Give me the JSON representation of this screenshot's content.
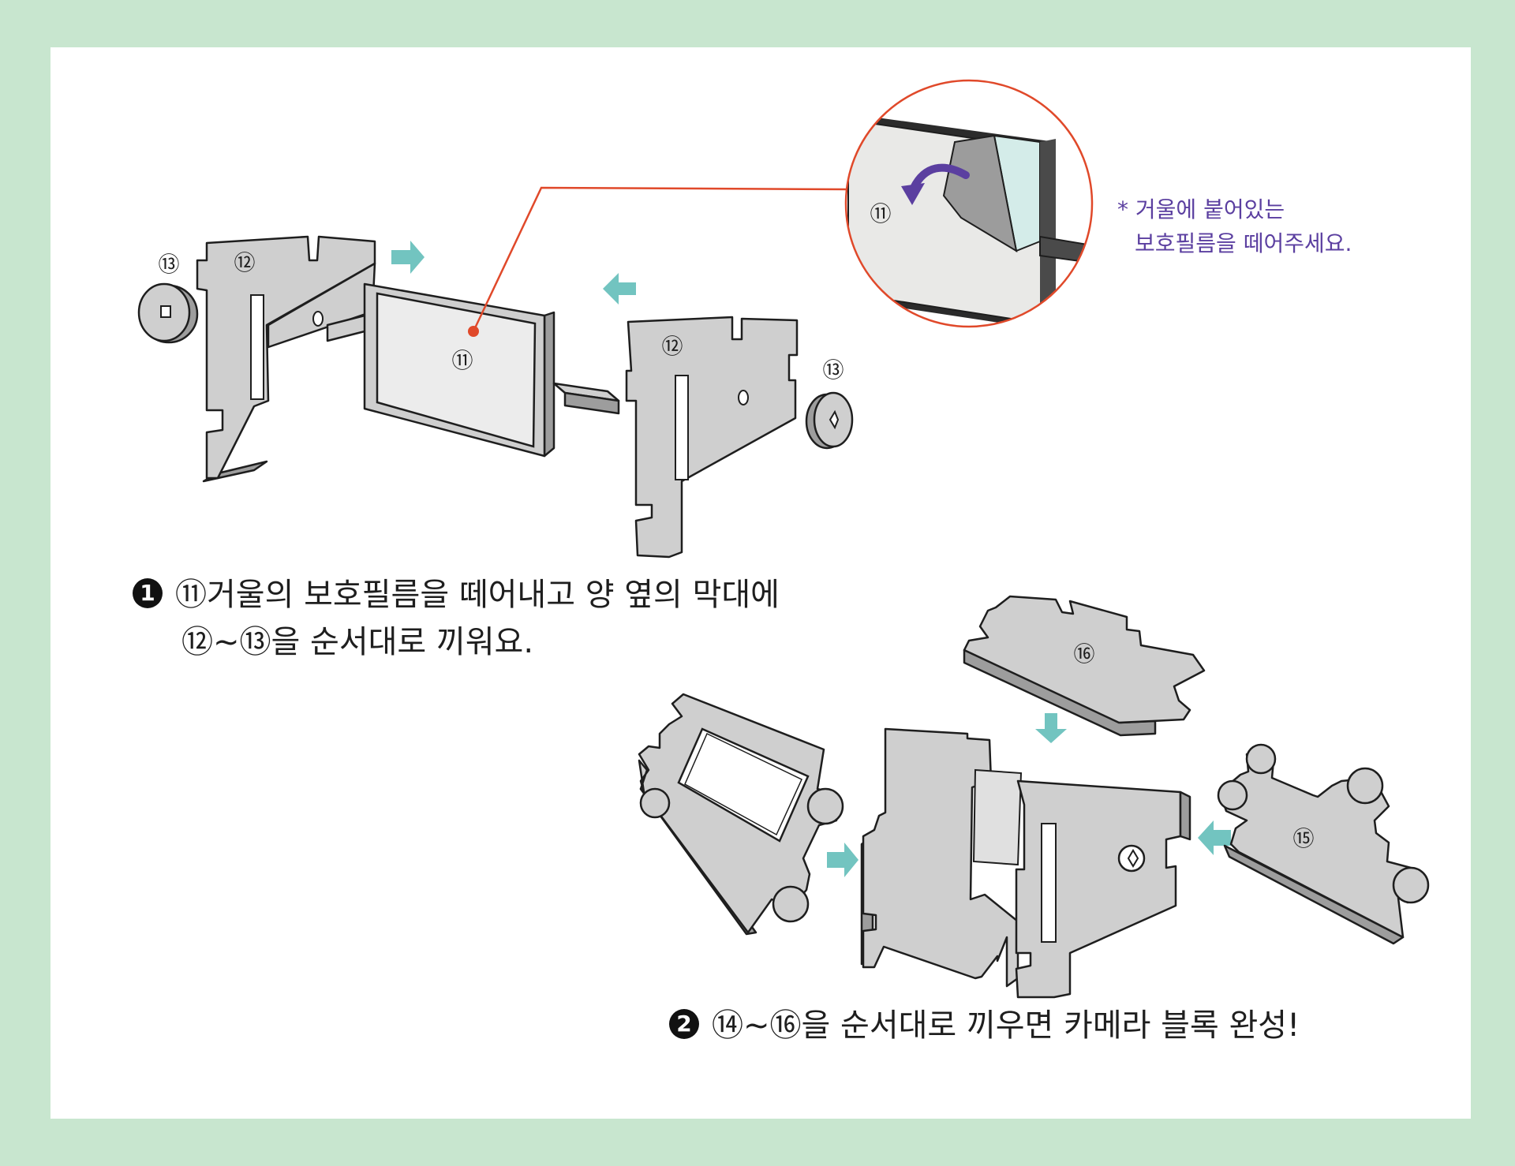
{
  "steps": [
    {
      "number": "1",
      "line1": "⑪거울의 보호필름을 떼어내고 양 옆의 막대에",
      "line2": "⑫~⑬을 순서대로 끼워요."
    },
    {
      "number": "2",
      "line1": "⑭~⑯을 순서대로 끼우면 카메라 블록 완성!"
    }
  ],
  "note": {
    "line1": "* 거울에 붙어있는",
    "line2": "보호필름을 떼어주세요."
  },
  "part_labels": {
    "p11": "⑪",
    "p12": "⑫",
    "p13": "⑬",
    "p15": "⑮",
    "p16": "⑯"
  },
  "colors": {
    "background": "#c8e6cf",
    "panel": "#ffffff",
    "part_face": "#cfcfcf",
    "part_side": "#9d9d9d",
    "arrow": "#72c4c0",
    "callout_line": "#e0492a",
    "note_text": "#5b3fa0",
    "peel_arrow": "#5b3fa0"
  },
  "icons": {
    "direction_arrow": "teal-arrow",
    "peel_arrow": "curved-purple-arrow",
    "zoom_callout": "circle-magnifier"
  }
}
